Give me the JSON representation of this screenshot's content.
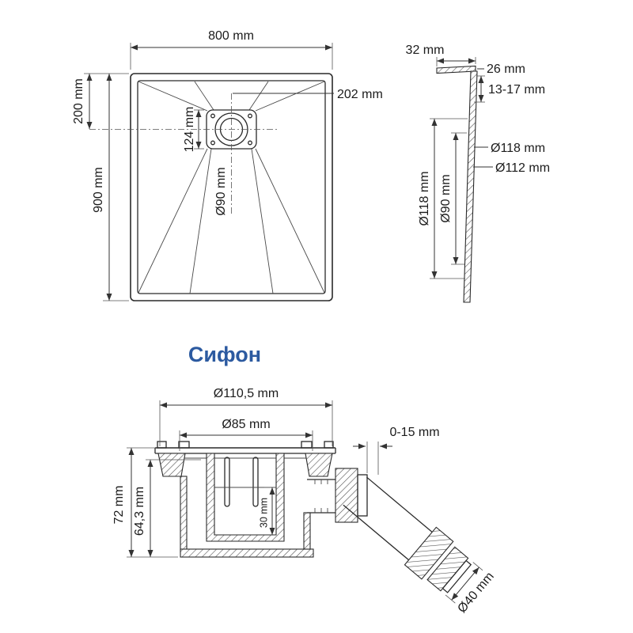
{
  "page": {
    "background": "#ffffff",
    "accent_color": "#2c5aa0",
    "line_color": "#2b2b2b"
  },
  "tray_plan": {
    "width": "800 mm",
    "depth": "900 mm",
    "drain_offset_top": "200 mm",
    "drain_plate": "202 mm",
    "drain_plate_width": "124 mm",
    "drain_hole": "Ø90 mm"
  },
  "tray_section": {
    "rim_width": "32 mm",
    "rim_edge": "26 mm",
    "thickness": "13-17 mm",
    "recess_outer": "Ø118 mm",
    "recess_inner": "Ø112 mm",
    "recess_outer_side": "Ø118 mm",
    "drain_hole_side": "Ø90 mm"
  },
  "siphon": {
    "title": "Сифон",
    "flange": "Ø110,5 mm",
    "grate": "Ø85 mm",
    "adjustment": "0-15 mm",
    "height_total": "72 mm",
    "height_body": "64,3 mm",
    "seal_depth": "30 mm",
    "outlet": "Ø40 mm"
  }
}
